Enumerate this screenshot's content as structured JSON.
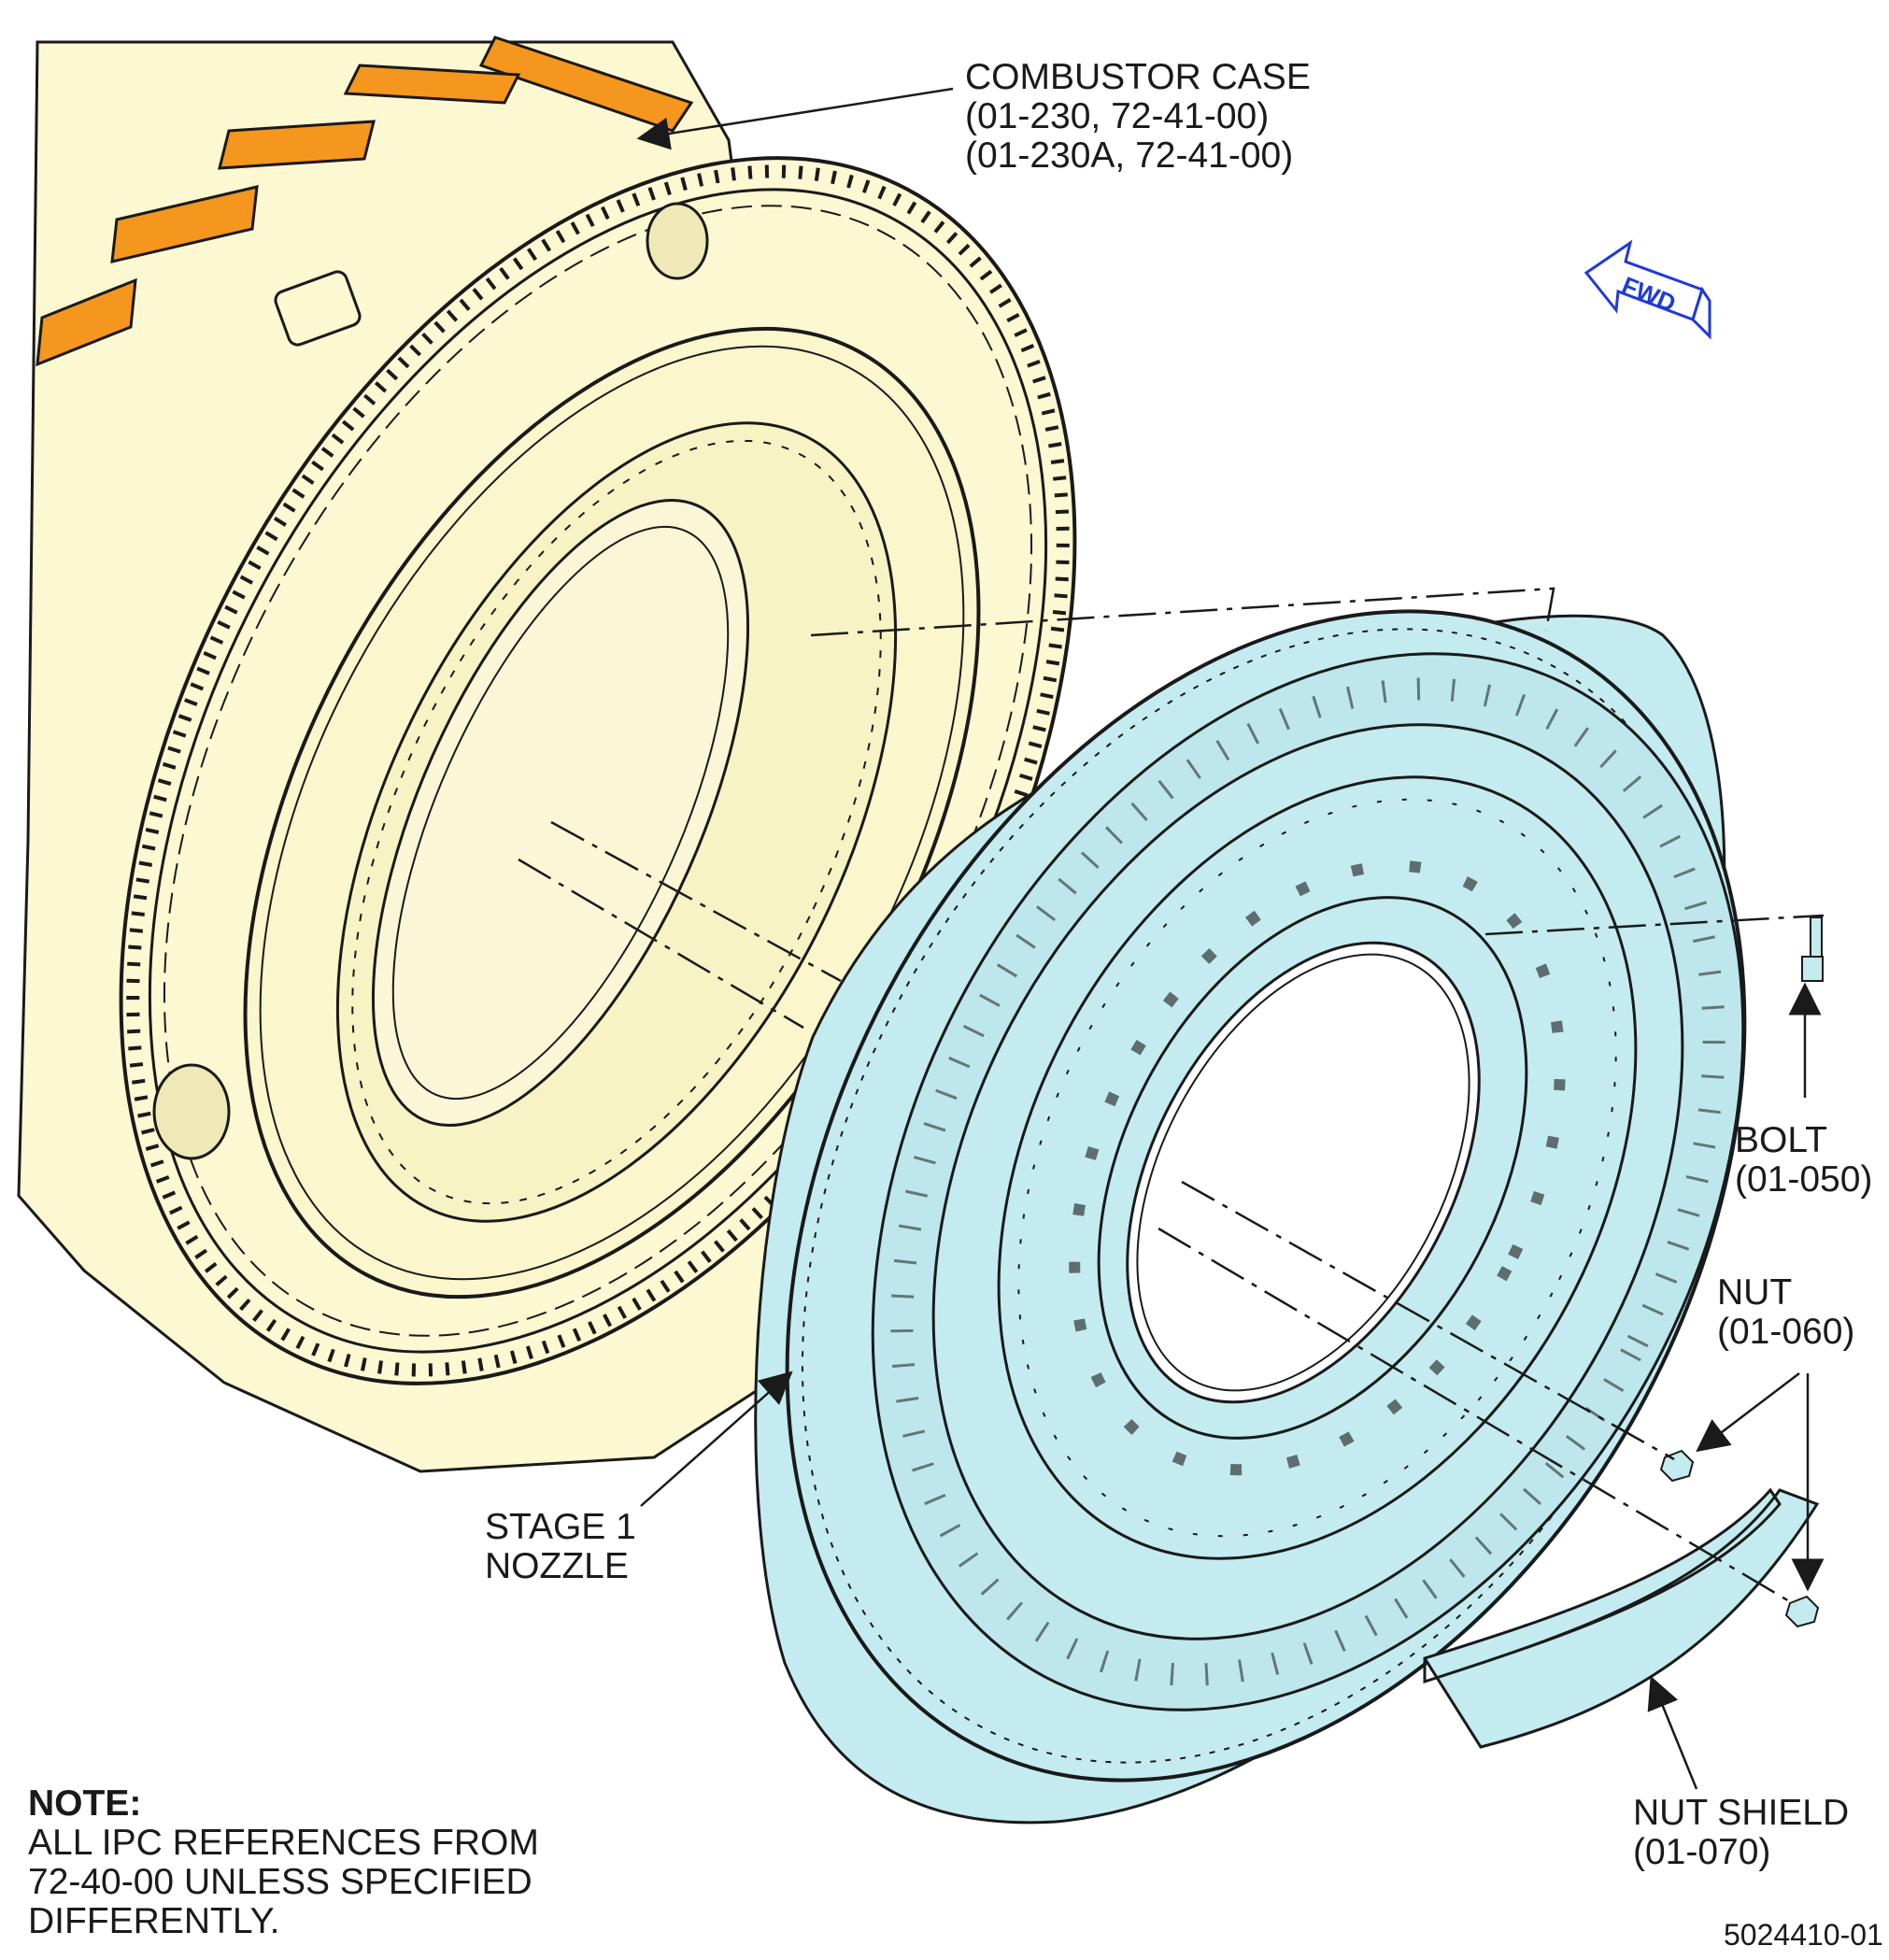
{
  "callouts": {
    "combustor_case": {
      "line1": "COMBUSTOR CASE",
      "line2": "(01-230, 72-41-00)",
      "line3": "(01-230A, 72-41-00)"
    },
    "bolt": {
      "line1": "BOLT",
      "line2": "(01-050)"
    },
    "nut": {
      "line1": "NUT",
      "line2": "(01-060)"
    },
    "stage1_nozzle": {
      "line1": "STAGE 1",
      "line2": "NOZZLE"
    },
    "nut_shield": {
      "line1": "NUT SHIELD",
      "line2": "(01-070)"
    }
  },
  "fwd_arrow": {
    "text": "FWD",
    "color": "#1f3ad6"
  },
  "note": {
    "heading": "NOTE:",
    "line1": "ALL IPC REFERENCES FROM",
    "line2": "72-40-00 UNLESS SPECIFIED",
    "line3": "DIFFERENTLY."
  },
  "figure_id": "5024410-01",
  "colors": {
    "combustor_fill": "#fcf8d2",
    "nozzle_fill": "#c4ecf0",
    "bracket_fill": "#f5961e",
    "outline": "#1a1a1a"
  }
}
